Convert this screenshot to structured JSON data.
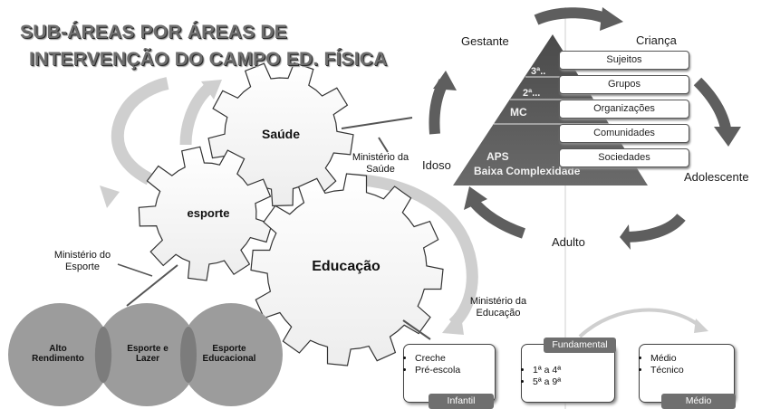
{
  "title": {
    "line1": "SUB-ÁREAS POR ÁREAS DE",
    "line2": "INTERVENÇÃO DO CAMPO ED. FÍSICA"
  },
  "cycle": {
    "gestante": "Gestante",
    "crianca": "Criança",
    "adolescente": "Adolescente",
    "adulto": "Adulto",
    "idoso": "Idoso"
  },
  "pyramid": {
    "level3": "3ª..",
    "level2": "2ª...",
    "mc": "MC",
    "aps": "APS",
    "baixa": "Baixa Complexidade"
  },
  "levels": [
    "Sujeitos",
    "Grupos",
    "Organizações",
    "Comunidades",
    "Sociedades"
  ],
  "gears": {
    "saude": "Saúde",
    "esporte": "esporte",
    "educacao": "Educação"
  },
  "ministries": {
    "saude": "Ministério da Saúde",
    "esporte": "Ministério do Esporte",
    "educacao": "Ministério da Educação"
  },
  "circles": [
    "Alto Rendimento",
    "Esporte e Lazer",
    "Esporte Educacional"
  ],
  "education": {
    "infantil": {
      "tab": "Infantil",
      "items": [
        "Creche",
        "Pré-escola"
      ]
    },
    "fundamental": {
      "tab": "Fundamental",
      "items": [
        "1ª a 4ª",
        "5ª a 9ª"
      ]
    },
    "medio": {
      "tab": "Médio",
      "items": [
        "Médio",
        "Técnico"
      ]
    }
  }
}
